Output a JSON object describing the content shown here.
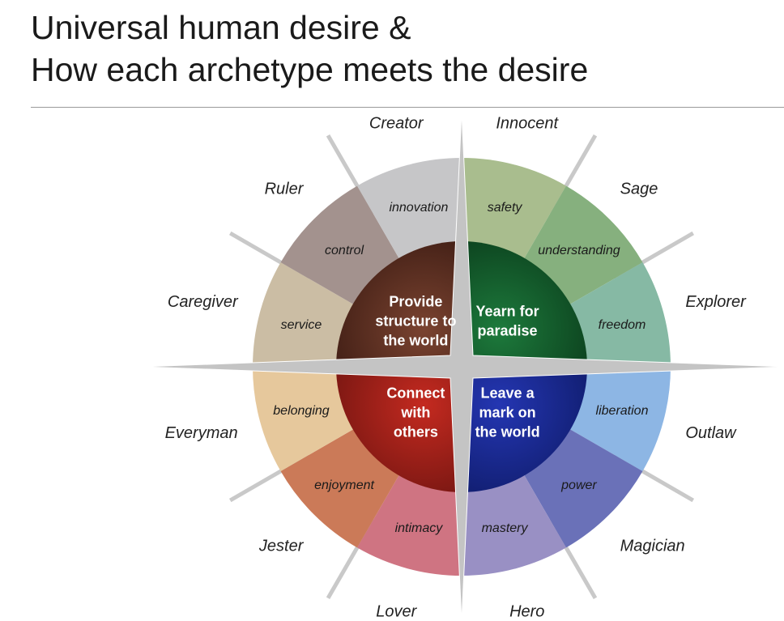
{
  "title": {
    "line1": "Universal human desire &",
    "line2": "How each archetype meets the desire"
  },
  "cores": [
    {
      "name": "structure",
      "lines": [
        "Provide",
        "structure to",
        "the world"
      ],
      "color": "#5a2e22"
    },
    {
      "name": "paradise",
      "lines": [
        "Yearn for",
        "paradise"
      ],
      "color": "#0f5a2a"
    },
    {
      "name": "connect",
      "lines": [
        "Connect",
        "with",
        "others"
      ],
      "color": "#9e1f1a"
    },
    {
      "name": "mark",
      "lines": [
        "Leave a",
        "mark on",
        "the world"
      ],
      "color": "#1a2a8e"
    }
  ],
  "segments": [
    {
      "archetype": "Innocent",
      "desire": "safety",
      "color": "#a9bd8e"
    },
    {
      "archetype": "Sage",
      "desire": "understanding",
      "color": "#86b07e"
    },
    {
      "archetype": "Explorer",
      "desire": "freedom",
      "color": "#86b9a4"
    },
    {
      "archetype": "Outlaw",
      "desire": "liberation",
      "color": "#8db6e4"
    },
    {
      "archetype": "Magician",
      "desire": "power",
      "color": "#6a71b8"
    },
    {
      "archetype": "Hero",
      "desire": "mastery",
      "color": "#9990c4"
    },
    {
      "archetype": "Lover",
      "desire": "intimacy",
      "color": "#cf7482"
    },
    {
      "archetype": "Jester",
      "desire": "enjoyment",
      "color": "#cb7a58"
    },
    {
      "archetype": "Everyman",
      "desire": "belonging",
      "color": "#e6c89c"
    },
    {
      "archetype": "Caregiver",
      "desire": "service",
      "color": "#cbbda4"
    },
    {
      "archetype": "Ruler",
      "desire": "control",
      "color": "#a3928e"
    },
    {
      "archetype": "Creator",
      "desire": "innovation",
      "color": "#c6c6c8"
    }
  ]
}
